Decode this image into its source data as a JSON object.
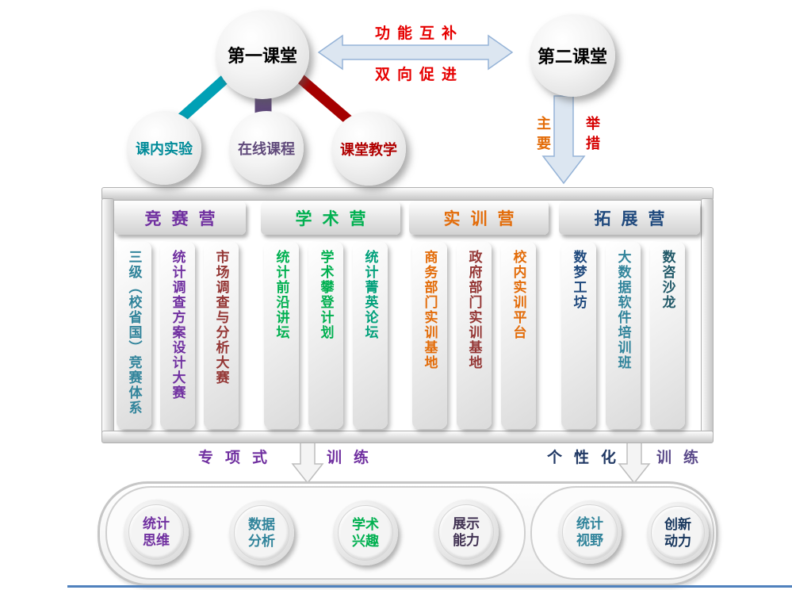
{
  "page": {
    "bottom_rule_color": "#4f81bd"
  },
  "top": {
    "first_circle": "第一课堂",
    "second_circle": "第二课堂",
    "arrow_label_top": "功能互补",
    "arrow_label_bottom": "双向促进",
    "arrow_label_color": "#e60000",
    "branches": [
      {
        "label": "课内实验",
        "color": "#008b99",
        "line_color": "#00a0b5"
      },
      {
        "label": "在线课程",
        "color": "#604a7b",
        "line_color": "#5f497a"
      },
      {
        "label": "课堂教学",
        "color": "#b00000",
        "line_color": "#a50000"
      }
    ],
    "down_arrow": {
      "left_label": "主要",
      "left_color": "#e36c09",
      "right_label": "举措",
      "right_color": "#d60000"
    }
  },
  "camps": [
    {
      "title": "竞赛营",
      "color": "#7030a0",
      "items": [
        {
          "text": "三级（校省国）竞赛体系",
          "color": "#31849b"
        },
        {
          "text": "统计调查方案设计大赛",
          "color": "#7030a0"
        },
        {
          "text": "市场调查与分析大赛",
          "color": "#943634"
        }
      ]
    },
    {
      "title": "学术营",
      "color": "#00b050",
      "items": [
        {
          "text": "统计前沿讲坛",
          "color": "#00b050"
        },
        {
          "text": "学术攀登计划",
          "color": "#00b050"
        },
        {
          "text": "统计菁英论坛",
          "color": "#00a07a"
        }
      ]
    },
    {
      "title": "实训营",
      "color": "#e36c09",
      "items": [
        {
          "text": "商务部门实训基地",
          "color": "#e36c09"
        },
        {
          "text": "政府部门实训基地",
          "color": "#943634"
        },
        {
          "text": "校内实训平台",
          "color": "#e36c09"
        }
      ]
    },
    {
      "title": "拓展营",
      "color": "#1f497d",
      "items": [
        {
          "text": "数梦工坊",
          "color": "#1f497d"
        },
        {
          "text": "大数据软件培训班",
          "color": "#31849b"
        },
        {
          "text": "数咨沙龙",
          "color": "#215968"
        }
      ]
    }
  ],
  "training": {
    "left_prefix": "专项式",
    "left_suffix": "训练",
    "left_color": "#7030a0",
    "right_prefix": "个性化",
    "right_prefix_color": "#203864",
    "right_suffix": "训练",
    "right_suffix_color": "#5b4a8a"
  },
  "outcomes": {
    "left": [
      {
        "text": "统计思维",
        "color": "#7030a0"
      },
      {
        "text": "数据分析",
        "color": "#31849b"
      },
      {
        "text": "学术兴趣",
        "color": "#00b050"
      },
      {
        "text": "展示能力",
        "color": "#403152"
      }
    ],
    "right": [
      {
        "text": "统计视野",
        "color": "#31849b"
      },
      {
        "text": "创新动力",
        "color": "#17365d"
      }
    ]
  }
}
